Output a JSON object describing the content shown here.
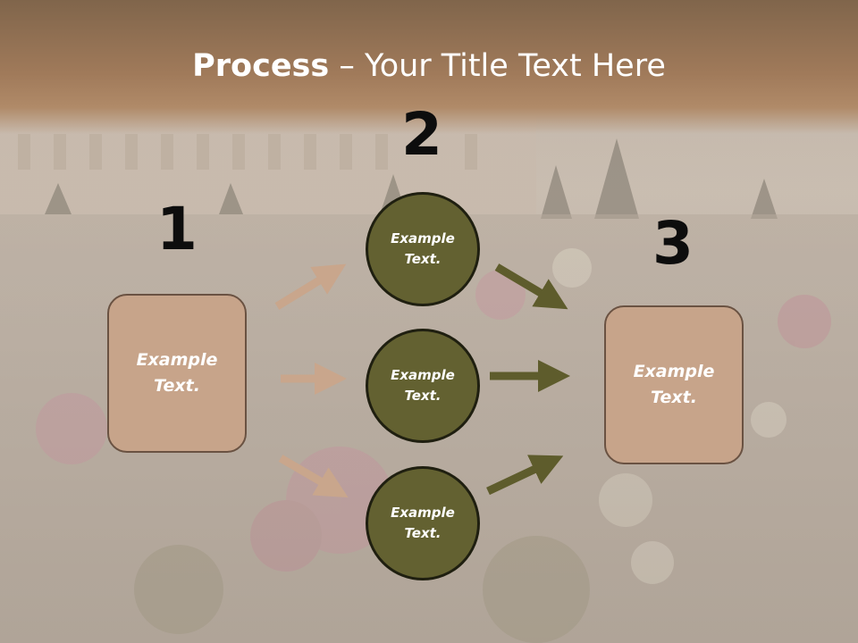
{
  "slide": {
    "title_bold": "Process",
    "title_rest": " – Your Title Text Here"
  },
  "steps": {
    "n1": "1",
    "n2": "2",
    "n3": "3"
  },
  "nodes": {
    "left_box": "Example\nText.",
    "right_box": "Example\nText.",
    "circle_top": "Example\nText.",
    "circle_mid": "Example\nText.",
    "circle_bottom": "Example\nText."
  },
  "colors": {
    "box_fill": "#c7a48a",
    "circle_fill": "#636131",
    "arrow_left": "#c9a68c",
    "arrow_right": "#5e5c2c",
    "title_band": "#a07a5a"
  }
}
